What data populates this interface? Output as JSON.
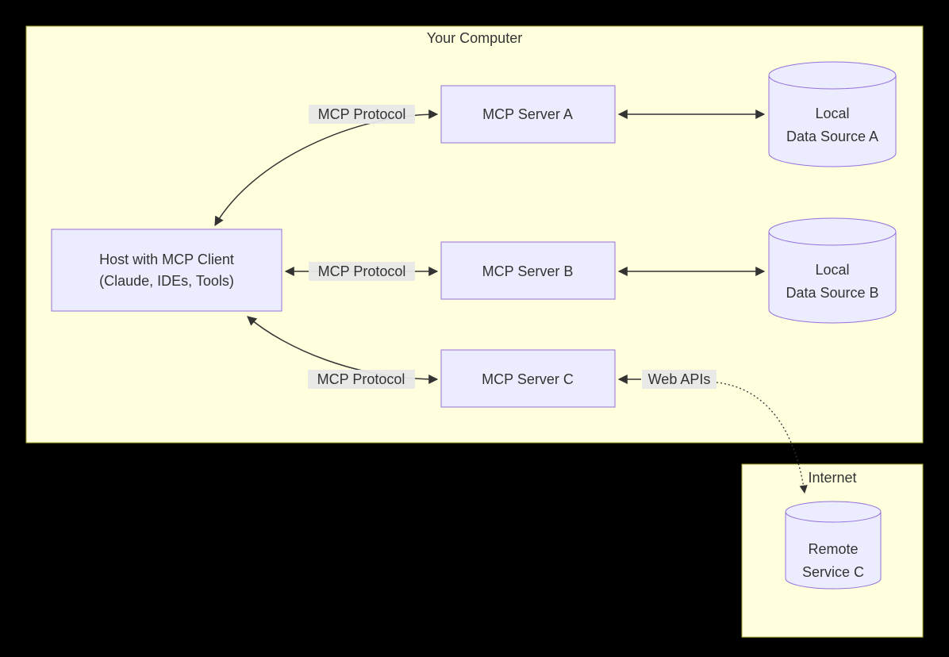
{
  "diagram": {
    "colors": {
      "canvas_background": "#000000",
      "group_fill": "#ffffde",
      "group_border": "#aaaa33",
      "node_fill": "#ECECFF",
      "node_border": "#9370DB",
      "edge_color": "#333333",
      "edge_label_background": "#e8e8e8",
      "text_color": "#333333"
    },
    "groups": {
      "computer": {
        "title": "Your Computer"
      },
      "internet": {
        "title": "Internet"
      }
    },
    "nodes": {
      "host": {
        "line1": "Host with MCP Client",
        "line2": "(Claude, IDEs, Tools)"
      },
      "server_a": {
        "label": "MCP Server A"
      },
      "server_b": {
        "label": "MCP Server B"
      },
      "server_c": {
        "label": "MCP Server C"
      },
      "data_a": {
        "line1": "Local",
        "line2": "Data Source A"
      },
      "data_b": {
        "line1": "Local",
        "line2": "Data Source B"
      },
      "remote_c": {
        "line1": "Remote",
        "line2": "Service C"
      }
    },
    "edge_labels": {
      "protocol_a": "MCP Protocol",
      "protocol_b": "MCP Protocol",
      "protocol_c": "MCP Protocol",
      "web_apis": "Web APIs"
    }
  }
}
